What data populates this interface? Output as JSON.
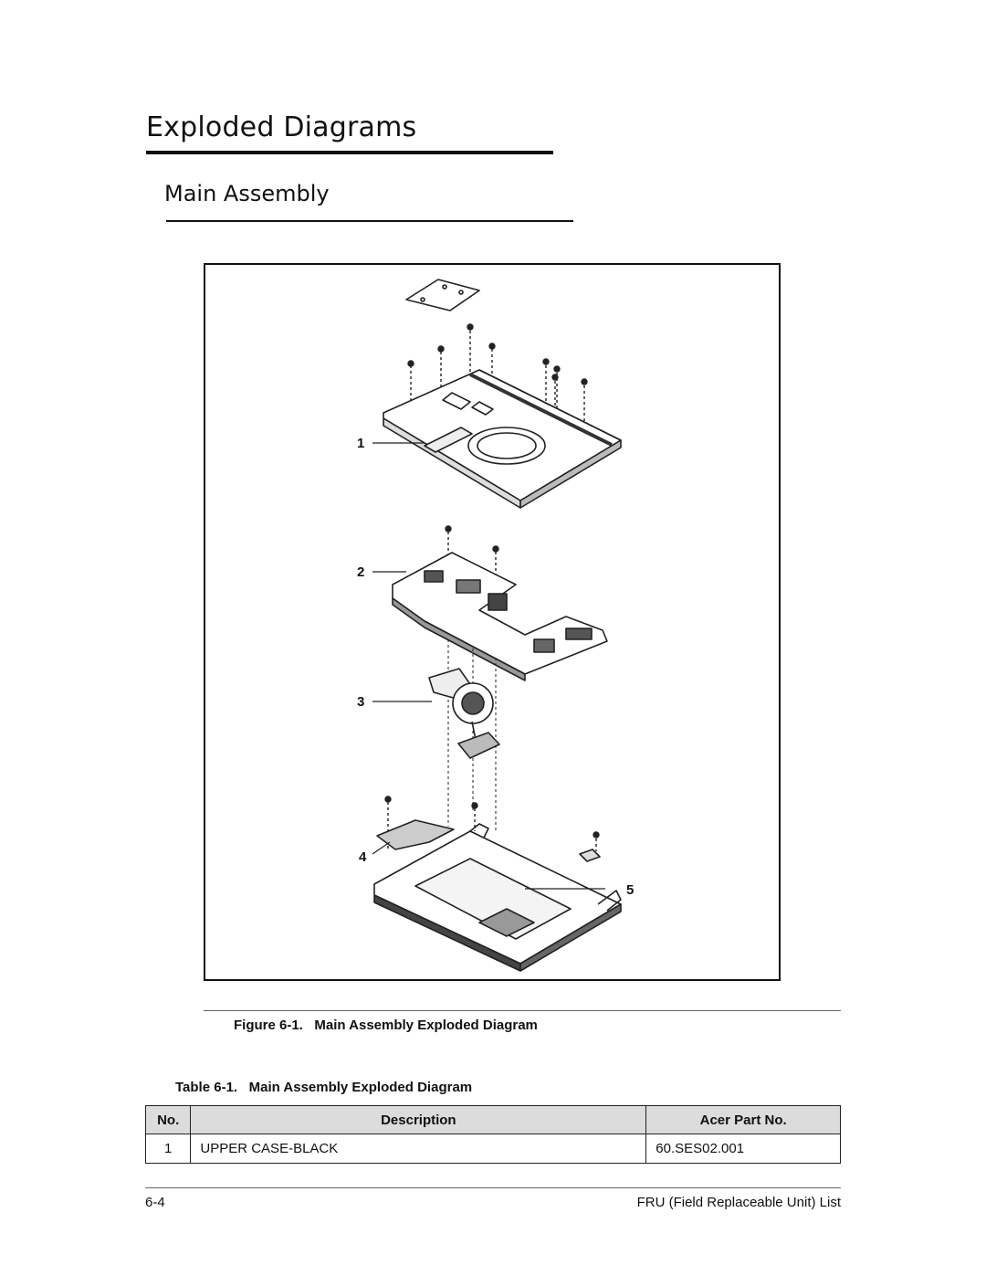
{
  "chapter": {
    "title": "Exploded Diagrams"
  },
  "section": {
    "title": "Main Assembly"
  },
  "figure": {
    "callouts": [
      "1",
      "2",
      "3",
      "4",
      "5"
    ],
    "caption_prefix": "Figure 6-1.",
    "caption_text": "Main Assembly Exploded Diagram"
  },
  "table": {
    "caption_prefix": "Table 6-1.",
    "caption_text": "Main Assembly Exploded Diagram",
    "headers": {
      "no": "No.",
      "description": "Description",
      "part_no": "Acer Part No."
    },
    "rows": [
      {
        "no": "1",
        "description": "UPPER CASE-BLACK",
        "part_no": "60.SES02.001"
      }
    ]
  },
  "footer": {
    "page_number": "6-4",
    "section_name": "FRU (Field Replaceable Unit) List"
  }
}
